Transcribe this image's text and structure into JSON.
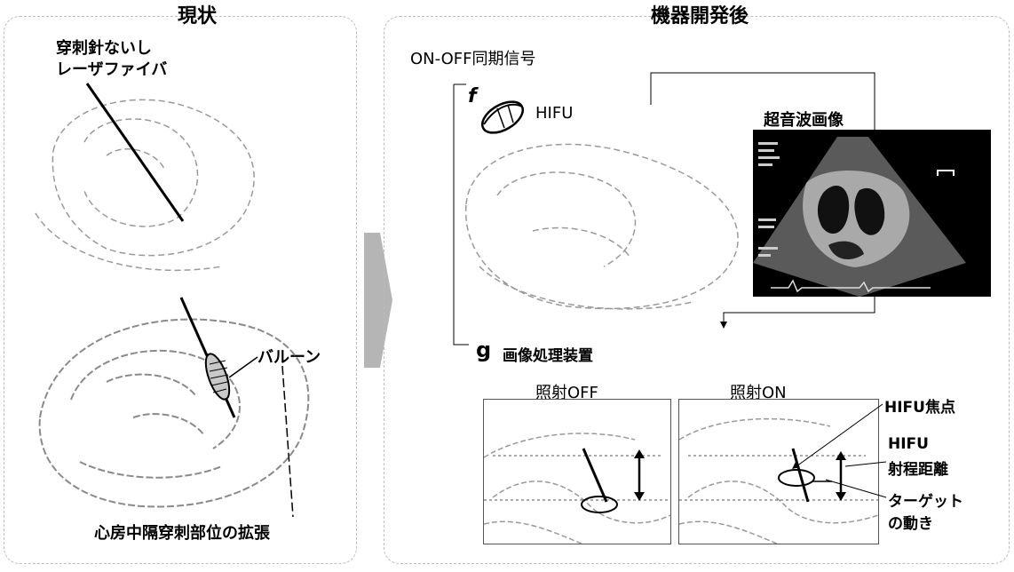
{
  "left_panel": {
    "title": "現状",
    "needle_label_line1": "穿刺針ないし",
    "needle_label_line2": "レーザファイバ",
    "balloon_label": "バルーン",
    "bottom_caption": "心房中隔穿刺部位の拡張"
  },
  "right_panel": {
    "title": "機器開発後",
    "sync_signal_label": "ON-OFF同期信号",
    "f_label": "f",
    "hifu_label": "HIFU",
    "ultrasound_label": "超音波画像",
    "g_label": "g",
    "processor_label": "画像処理装置",
    "off_label": "照射OFF",
    "on_label": "照射ON",
    "focus_label": "HIFU焦点",
    "range_label_line1": "HIFU",
    "range_label_line2": "射程距離",
    "target_label_line1": "ターゲット",
    "target_label_line2": "の動き"
  }
}
